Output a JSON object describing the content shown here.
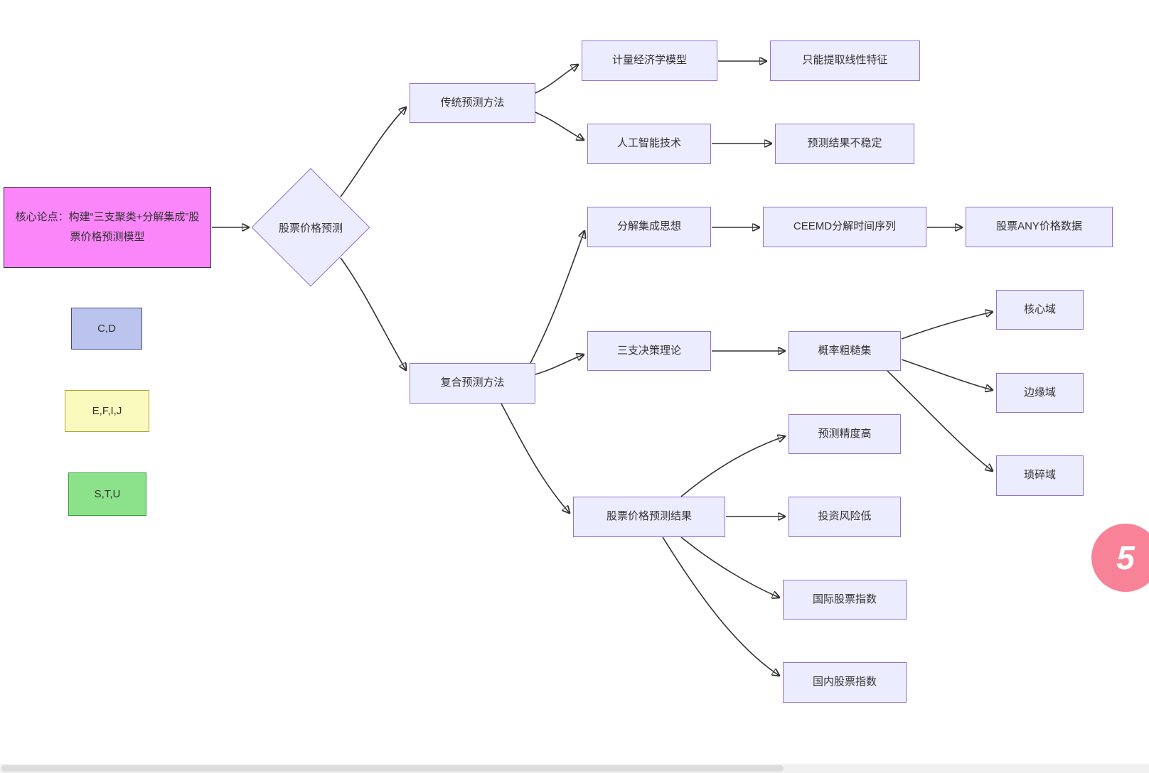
{
  "nodes": {
    "root": "核心论点：构建“三支聚类+分解集成”股票价格预测模型",
    "decision": "股票价格预测",
    "traditional": "传统预测方法",
    "econometric": "计量经济学模型",
    "linear_only": "只能提取线性特征",
    "ai": "人工智能技术",
    "unstable": "预测结果不稳定",
    "composite": "复合预测方法",
    "decomposition": "分解集成思想",
    "ceemd": "CEEMD分解时间序列",
    "stock_any": "股票ANY价格数据",
    "three_way": "三支决策理论",
    "rough_set": "概率粗糙集",
    "core_domain": "核心域",
    "boundary_domain": "边缘域",
    "trivial_domain": "琐碎域",
    "result": "股票价格预测结果",
    "high_accuracy": "预测精度高",
    "low_risk": "投资风险低",
    "intl_index": "国际股票指数",
    "domestic_index": "国内股票指数"
  },
  "legend": {
    "blue": "C,D",
    "yellow": "E,F,I,J",
    "green": "S,T,U"
  },
  "badge": {
    "text": "5"
  },
  "edges": [
    {
      "from": "root",
      "to": "decision"
    },
    {
      "from": "decision",
      "to": "traditional"
    },
    {
      "from": "decision",
      "to": "composite"
    },
    {
      "from": "traditional",
      "to": "econometric"
    },
    {
      "from": "traditional",
      "to": "ai"
    },
    {
      "from": "econometric",
      "to": "linear_only"
    },
    {
      "from": "ai",
      "to": "unstable"
    },
    {
      "from": "composite",
      "to": "decomposition"
    },
    {
      "from": "decomposition",
      "to": "ceemd"
    },
    {
      "from": "ceemd",
      "to": "stock_any"
    },
    {
      "from": "composite",
      "to": "three_way"
    },
    {
      "from": "three_way",
      "to": "rough_set"
    },
    {
      "from": "rough_set",
      "to": "core_domain"
    },
    {
      "from": "rough_set",
      "to": "boundary_domain"
    },
    {
      "from": "rough_set",
      "to": "trivial_domain"
    },
    {
      "from": "composite",
      "to": "result"
    },
    {
      "from": "result",
      "to": "high_accuracy"
    },
    {
      "from": "result",
      "to": "low_risk"
    },
    {
      "from": "result",
      "to": "intl_index"
    },
    {
      "from": "result",
      "to": "domestic_index"
    }
  ],
  "colors": {
    "node_fill": "#ECECFF",
    "node_border": "#9370DB",
    "root_fill": "#FA86FA",
    "root_border": "#333333",
    "legend_blue_fill": "#BAC4EC",
    "legend_yellow_fill": "#FAFABE",
    "legend_green_fill": "#8BE28B",
    "edge_stroke": "#333333",
    "badge_fill": "#F87C93"
  }
}
